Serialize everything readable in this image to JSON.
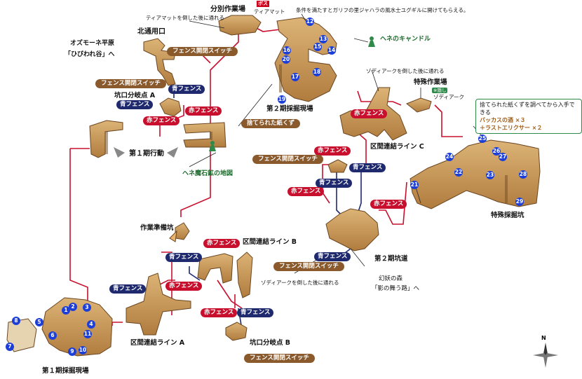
{
  "areas": {
    "north_exit": "北通用口",
    "work_site": "分別作業場",
    "exit_left": "オズモーネ平原",
    "exit_left2": "「ひびわれ谷」へ",
    "pit_a": "坑口分岐点 A",
    "phase1_shaft": "第１期行動",
    "prep_pit": "作業準備坑",
    "line_b": "区間連結ライン B",
    "line_a": "区間連結ライン A",
    "pit_b": "坑口分岐点 B",
    "phase1_site": "第１期採掘現場",
    "phase2_site": "第２期採掘現場",
    "line_c": "区間連結ライン C",
    "special_work": "特殊作業場",
    "special_pit": "特殊採掘坑",
    "phase2_tunnel": "第２期坑道",
    "forest": "幻妖の森",
    "forest2": "「影の舞う路」へ"
  },
  "notes": {
    "tiamat_after": "ティアマットを倒した後に通れる",
    "tiamat": "ティアマット",
    "boss": "ボス",
    "condition": "条件を満たすとガリフの里ジャハラの風水士ユグギルに開けてもらえる。",
    "candle": "ヘネのキャンドル",
    "zodiark_after": "ゾディアークを倒した後に通れる",
    "zodiark": "ゾディアーク",
    "special_tag": "※隠し",
    "map_item": "ヘネ魔石鉱の地図",
    "paper": "捨てられた紙くず",
    "zodiark_after2": "ゾディアークを倒した後に通れる",
    "info_line1": "捨てられた紙くずを調べてから入手できる",
    "info_line2": "バッカスの酒 ×３",
    "info_line3": "＋ラストエリクサー ×２"
  },
  "tags": {
    "fence_switch": "フェンス開閉スイッチ",
    "blue_fence": "青フェンス",
    "red_fence": "赤フェンス"
  },
  "numbers": [
    "1",
    "2",
    "3",
    "4",
    "5",
    "6",
    "7",
    "8",
    "9",
    "10",
    "11",
    "12",
    "13",
    "14",
    "15",
    "16",
    "17",
    "18",
    "19",
    "20",
    "21",
    "22",
    "23",
    "24",
    "25",
    "26",
    "27",
    "28",
    "29"
  ],
  "compass": {
    "n": "N"
  },
  "colors": {
    "tunnel": "#b9884a",
    "tunnel_top": "#d8ad6b",
    "tunnel_side": "#7a5226",
    "red_line": "#c8102e",
    "blue_line": "#1f2a6e",
    "number": "#1d3fd8"
  }
}
